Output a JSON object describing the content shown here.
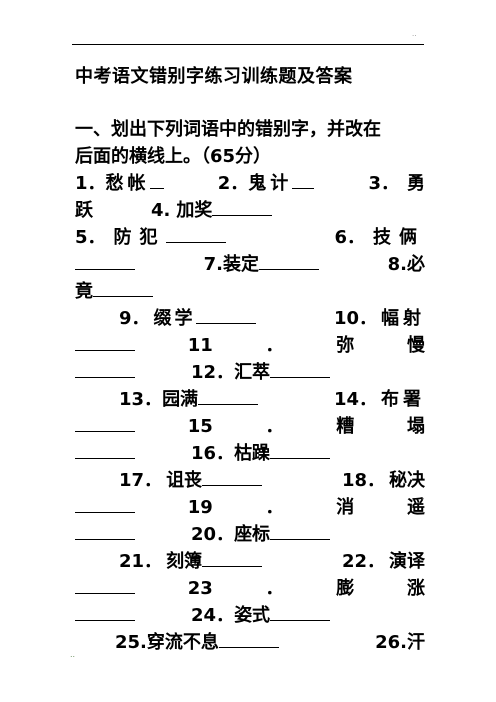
{
  "header_mark": "..",
  "footer_mark": "..",
  "title": "中考语文错别字练习训练题及答案",
  "instruction_line1": "一、划出下列词语中的错别字，并改在",
  "instruction_line2": "后面的横线上。（65分）",
  "items": {
    "i1": {
      "num": "1．",
      "word": "愁帐"
    },
    "i2": {
      "num": "2．",
      "word": "鬼计"
    },
    "i3": {
      "num": "3．",
      "word": "勇"
    },
    "i3b": {
      "word": "跃"
    },
    "i4": {
      "num": "4.",
      "word": "加奖"
    },
    "i5": {
      "num": "5．",
      "word": "防犯"
    },
    "i6": {
      "num": "6．",
      "word": "技俩"
    },
    "i7": {
      "num": "7.",
      "word": "装定"
    },
    "i8": {
      "num": "8.",
      "word": "必"
    },
    "i8b": {
      "word": "竟"
    },
    "i9": {
      "num": "9．",
      "word": "缀学"
    },
    "i10": {
      "num": "10．",
      "word": "幅射"
    },
    "i11": {
      "num": "11",
      "dot": "．",
      "w1": "弥",
      "w2": "慢"
    },
    "i12": {
      "num": "12．",
      "word": "汇萃"
    },
    "i13": {
      "num": "13．",
      "word": "园满"
    },
    "i14": {
      "num": "14．",
      "word": "布署"
    },
    "i15": {
      "num": "15",
      "dot": "．",
      "w1": "糟",
      "w2": "塌"
    },
    "i16": {
      "num": "16．",
      "word": "枯躁"
    },
    "i17": {
      "num": "17．",
      "word": "诅丧"
    },
    "i18": {
      "num": "18．",
      "word": "秘决"
    },
    "i19": {
      "num": "19",
      "dot": "．",
      "w1": "消",
      "w2": "遥"
    },
    "i20": {
      "num": "20．",
      "word": "座标"
    },
    "i21": {
      "num": "21．",
      "word": "刻簿"
    },
    "i22": {
      "num": "22．",
      "word": "演译"
    },
    "i23": {
      "num": "23",
      "dot": "．",
      "w1": "膨",
      "w2": "涨"
    },
    "i24": {
      "num": "24．",
      "word": "姿式"
    },
    "i25": {
      "num": "25.",
      "word": "穿流不息"
    },
    "i26": {
      "num": "26.",
      "word": "汗"
    }
  }
}
